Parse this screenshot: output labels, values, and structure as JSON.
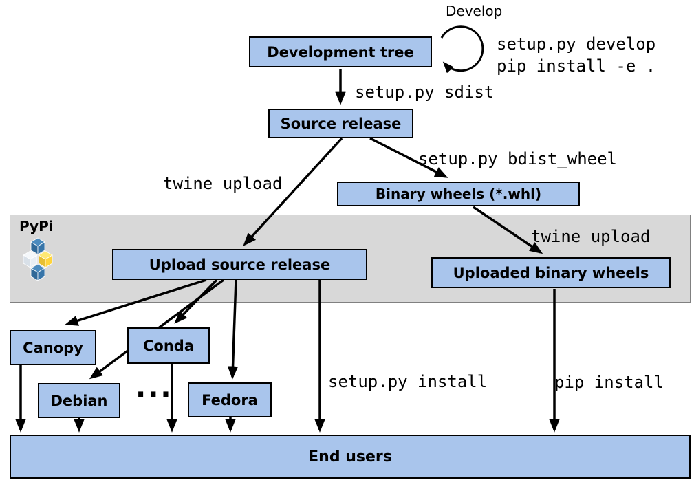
{
  "diagram": {
    "nodes": {
      "dev_tree": "Development tree",
      "source_release": "Source release",
      "binary_wheels": "Binary wheels (*.whl)",
      "upload_source": "Upload source release",
      "uploaded_wheels": "Uploaded binary wheels",
      "canopy": "Canopy",
      "conda": "Conda",
      "debian": "Debian",
      "fedora": "Fedora",
      "ellipsis": "...",
      "end_users": "End users"
    },
    "edge_labels": {
      "develop": "Develop",
      "develop_cmd1": "setup.py develop",
      "develop_cmd2": "pip install -e .",
      "sdist": "setup.py sdist",
      "twine_upload_left": "twine upload",
      "bdist_wheel": "setup.py bdist_wheel",
      "twine_upload_right": "twine upload",
      "setup_install": "setup.py install",
      "pip_install": "pip install"
    },
    "band": {
      "label": "PyPi"
    },
    "colors": {
      "node_fill": "#a9c5ec",
      "node_border": "#000000",
      "band_fill": "#d8d8d8",
      "band_border": "#808080",
      "arrow": "#000000",
      "pypi_blue": "#3775a9",
      "pypi_blue_light": "#4b8bbe",
      "pypi_blue_dark": "#306998",
      "pypi_yellow": "#ffd43b",
      "pypi_yellow_light": "#ffe873",
      "pypi_white": "#eef2f6"
    }
  }
}
